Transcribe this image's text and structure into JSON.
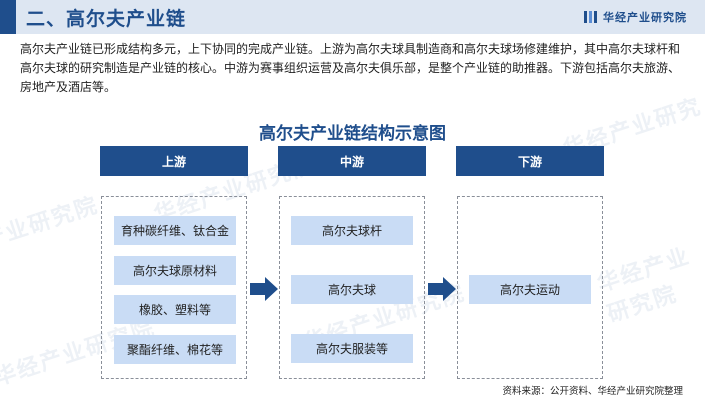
{
  "header": {
    "title": "二、高尔夫产业链",
    "brand": "华经产业研究院"
  },
  "intro": "高尔夫产业链已形成结构多元，上下协同的完成产业链。上游为高尔夫球具制造商和高尔夫球场修建维护，其中高尔夫球杆和高尔夫球的研究制造是产业链的核心。中游为赛事组织运营及高尔夫俱乐部，是整个产业链的助推器。下游包括高尔夫旅游、房地产及酒店等。",
  "diagram": {
    "title": "高尔夫产业链结构示意图",
    "upstream": {
      "label": "上游",
      "items": [
        "育种碳纤维、钛合金",
        "高尔夫球原材料",
        "橡胶、塑料等",
        "聚酯纤维、棉花等"
      ]
    },
    "midstream": {
      "label": "中游",
      "items": [
        "高尔夫球杆",
        "高尔夫球",
        "高尔夫服装等"
      ]
    },
    "downstream": {
      "label": "下游",
      "items": [
        "高尔夫运动"
      ]
    }
  },
  "footer": "资料来源：公开资料、华经产业研究院整理",
  "colors": {
    "primary": "#1f4e8c",
    "item_fill": "#c9dcf5",
    "header_band": "#dde6f2"
  }
}
